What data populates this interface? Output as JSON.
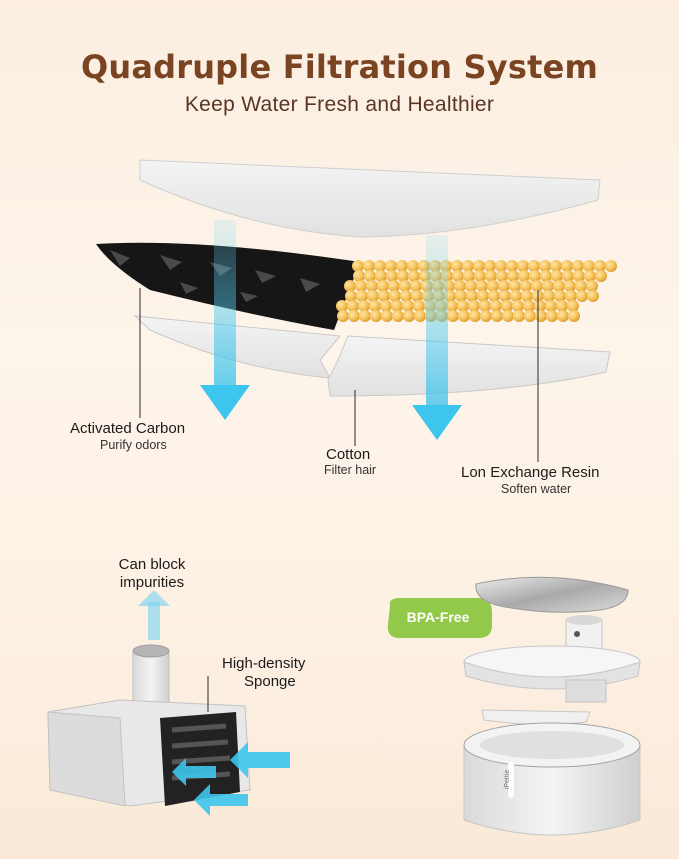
{
  "header": {
    "title": "Quadruple Filtration System",
    "subtitle": "Keep Water Fresh and Healthier"
  },
  "layers": {
    "carbon": {
      "label": "Activated Carbon",
      "sub": "Purify odors"
    },
    "cotton": {
      "label": "Cotton",
      "sub": "Filter hair"
    },
    "resin": {
      "label": "Lon Exchange Resin",
      "sub": "Soften water"
    }
  },
  "pump": {
    "block_label_line1": "Can block",
    "block_label_line2": "impurities",
    "sponge_label_line1": "High-density",
    "sponge_label_line2": "Sponge"
  },
  "fountain": {
    "badge": "BPA-Free",
    "brand_mark": "iPettie"
  },
  "colors": {
    "title": "#7a4422",
    "flow_arrow": "#3cc6ee",
    "resin_bead": "#f5c15a",
    "carbon": "#1a1a1a",
    "badge": "#8cc63f"
  }
}
